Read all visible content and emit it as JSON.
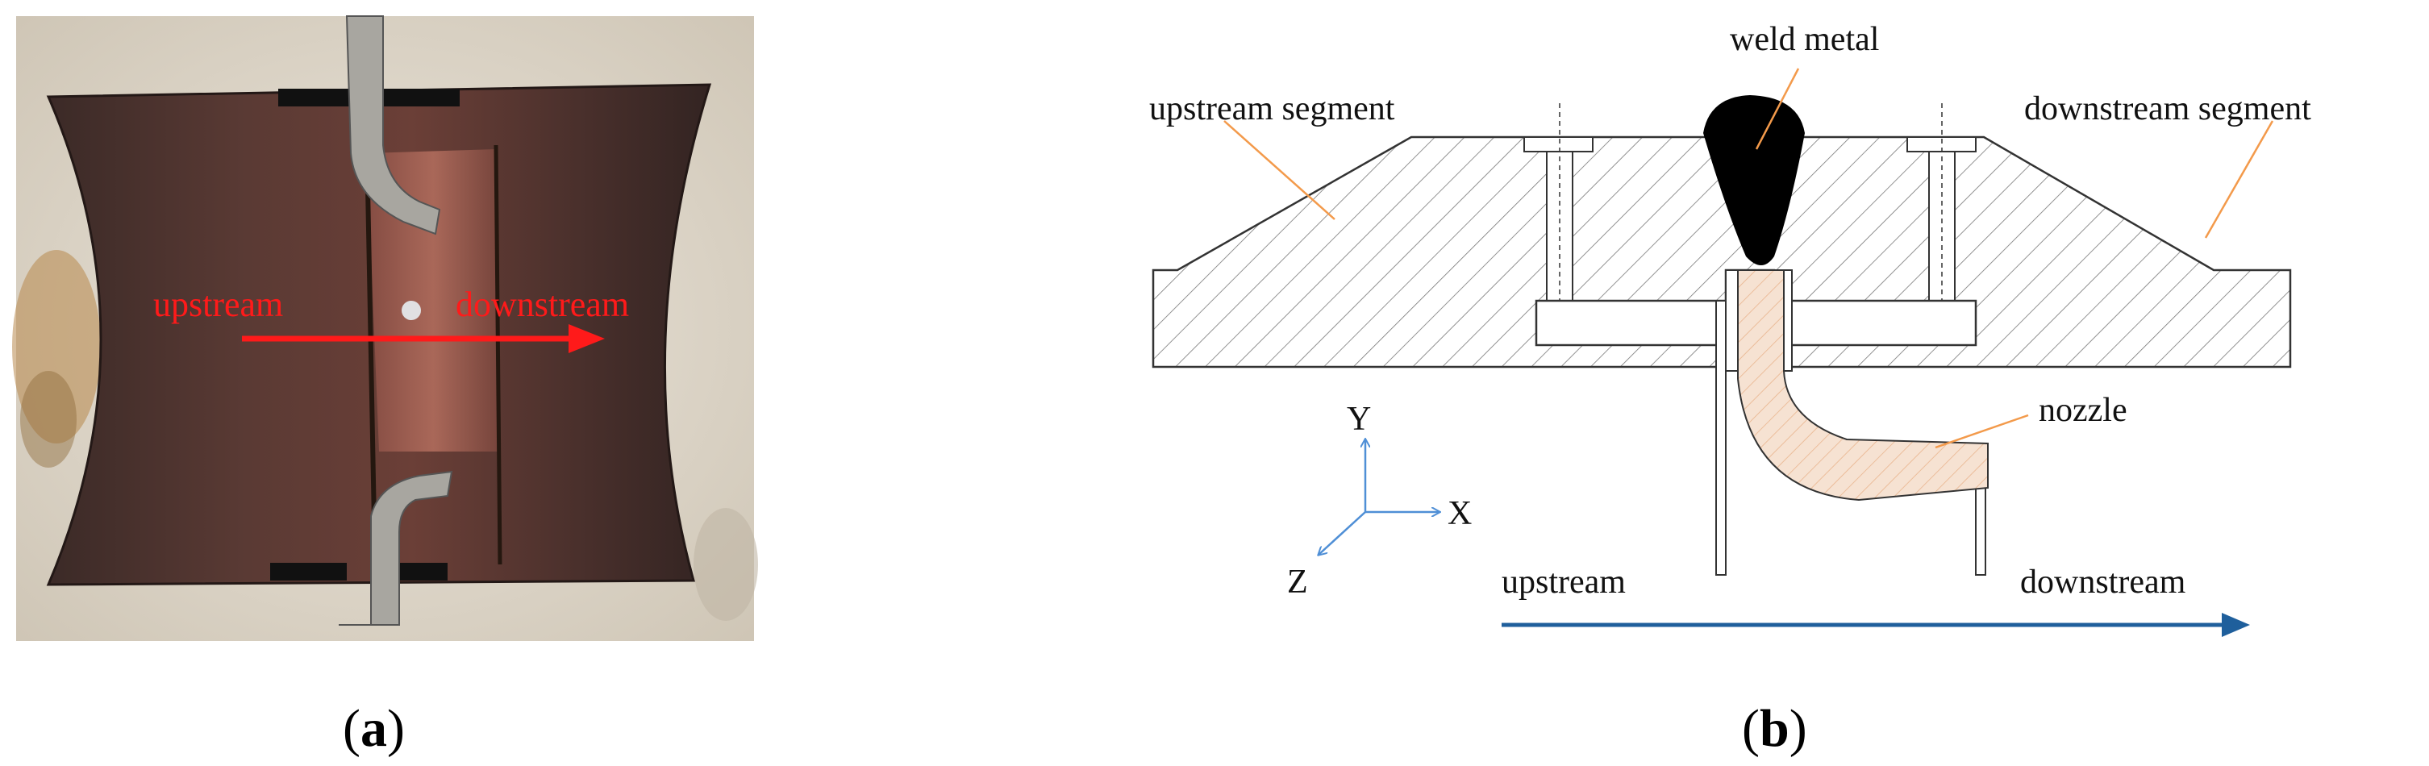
{
  "panel_a": {
    "caption_open": "(",
    "caption_letter": "a",
    "caption_close": ")",
    "label_upstream": "upstream",
    "label_downstream": "downstream",
    "arrow_color": "#ff1a1a"
  },
  "panel_b": {
    "caption_open": "(",
    "caption_letter": "b",
    "caption_close": ")",
    "labels": {
      "weld_metal": "weld metal",
      "upstream_segment": "upstream segment",
      "downstream_segment": "downstream segment",
      "nozzle": "nozzle",
      "upstream": "upstream",
      "downstream": "downstream"
    },
    "axes": {
      "y": "Y",
      "x": "X",
      "z": "Z"
    },
    "colors": {
      "leader": "#f39a4b",
      "flow_arrow": "#1f5f9c",
      "axes": "#4f8fd6",
      "nozzle_fill": "#f6e2d2",
      "weld": "#000000"
    }
  }
}
